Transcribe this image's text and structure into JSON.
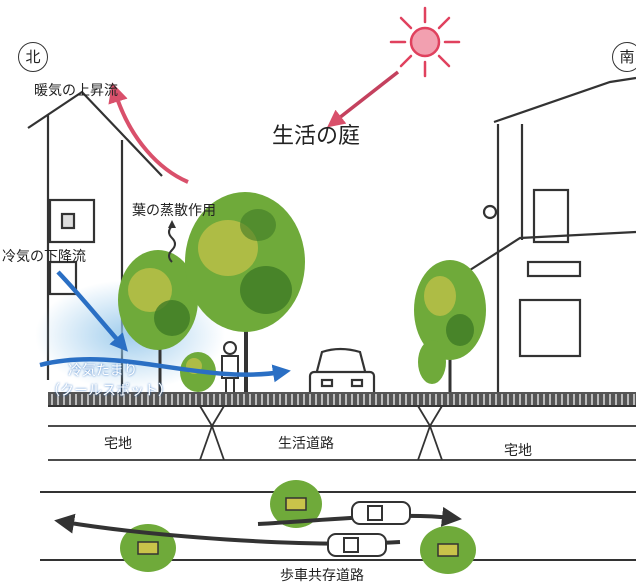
{
  "compass": {
    "north": "北",
    "south": "南"
  },
  "labels": {
    "warm_updraft": "暖気の上昇流",
    "title": "生活の庭",
    "transpiration": "葉の蒸散作用",
    "cold_downdraft": "冷気の下降流",
    "cold_pool_1": "冷気たまり",
    "cold_pool_2": "（クールスポット）",
    "lot_left": "宅地",
    "living_road": "生活道路",
    "lot_right": "宅地",
    "shared_road": "歩車共存道路"
  },
  "colors": {
    "sun": "#e0415e",
    "cold_air": "#2a6fc4",
    "cold_mist": "#8fc4ea",
    "tree_green": "#6faa3a",
    "tree_dark": "#3f7a26",
    "tree_yellow": "#c9c34a",
    "ink": "#333333"
  }
}
